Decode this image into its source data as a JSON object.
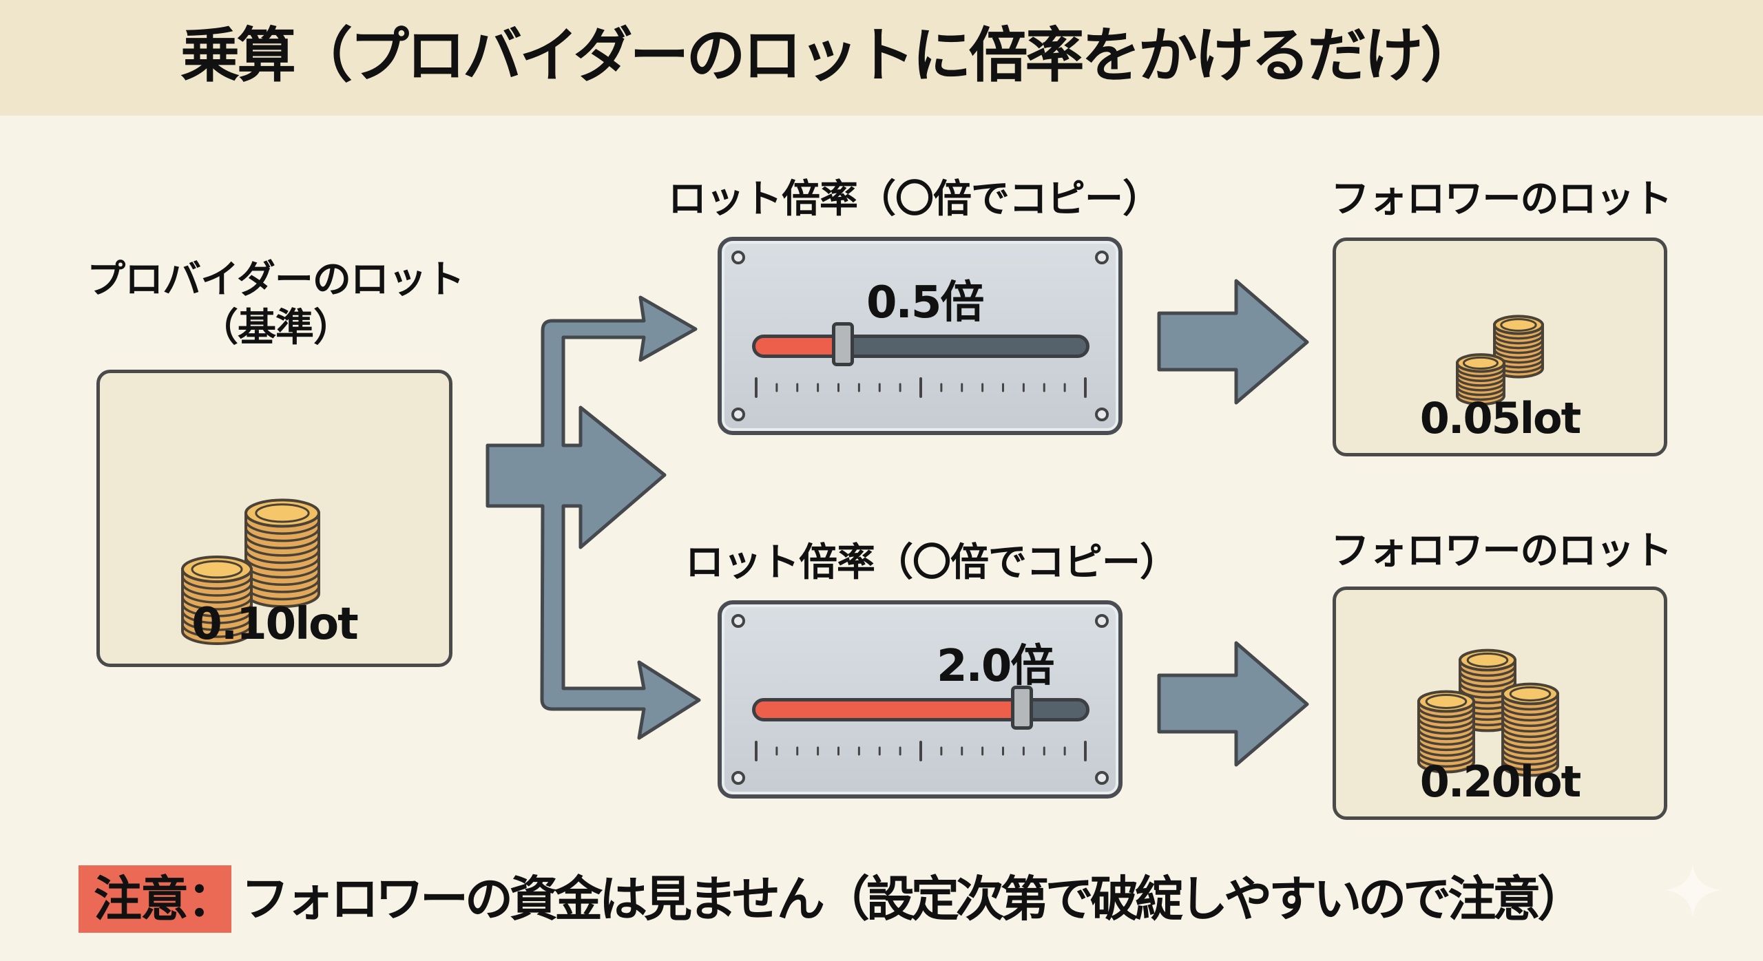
{
  "title": "乗算（プロバイダーのロットに倍率をかけるだけ）",
  "provider": {
    "label_line1": "プロバイダーのロット",
    "label_line2": "（基準）",
    "lot": "0.10lot",
    "icon": "coin-stacks-icon"
  },
  "multipliers": [
    {
      "label": "ロット倍率（〇倍でコピー）",
      "value_label": "0.5倍",
      "multiplier": 0.5,
      "slider_position": 0.27,
      "fill_color": "#ee5f4b"
    },
    {
      "label": "ロット倍率（〇倍でコピー）",
      "value_label": "2.0倍",
      "multiplier": 2.0,
      "slider_position": 0.8,
      "fill_color": "#ee5f4b"
    }
  ],
  "followers": [
    {
      "label": "フォロワーのロット",
      "lot": "0.05lot",
      "icon": "coin-stacks-icon"
    },
    {
      "label": "フォロワーのロット",
      "lot": "0.20lot",
      "icon": "coin-stacks-icon"
    }
  ],
  "note": {
    "tag": "注意：",
    "text": "フォロワーの資金は見ません（設定次第で破綻しやすいので注意）",
    "tag_color": "#ea6a56"
  },
  "colors": {
    "background": "#f7f3e6",
    "header": "#efe6cc",
    "arrow": "#7b909f",
    "arrow_outline": "#45494d",
    "coin": "#e9b462"
  },
  "decor": {
    "icon": "sparkle-icon"
  }
}
